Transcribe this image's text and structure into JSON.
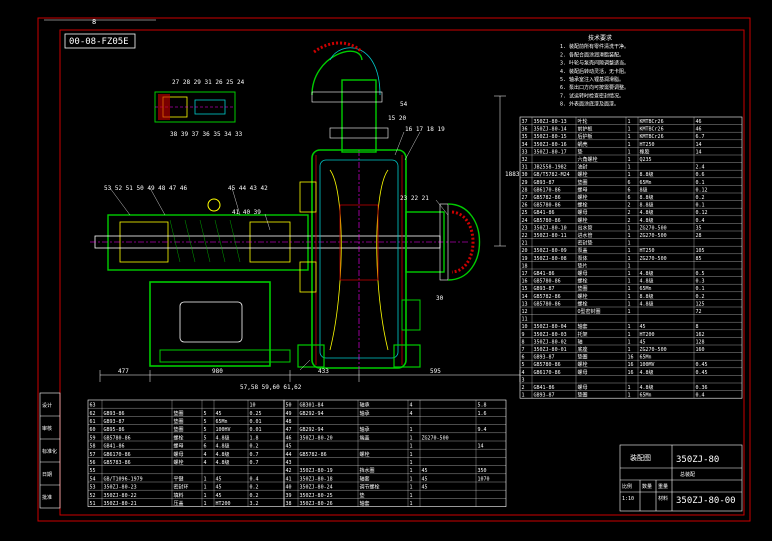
{
  "drawing": {
    "code_box": "00-08-FZ05E",
    "top_number": "8",
    "title": "装配图",
    "model": "350ZJ-80",
    "drawing_no": "350ZJ-80-00",
    "scale": "1:10",
    "sub_title": "总装配"
  },
  "dimensions": {
    "d1": "477",
    "d2": "980",
    "d3": "433",
    "d4": "595",
    "d5": "1883",
    "d6": "54",
    "d7": "30",
    "bottom_labels": "57,58 59,60 61,62"
  },
  "callouts": {
    "top_left": "27 28 29 31 26 25 24",
    "bottom_left": "38 39 37 36 35 34 33",
    "left_row": "53 52 51 50 49 48 47 46",
    "mid_row": "45 44 43 42",
    "shaft_row": "41 40 39",
    "right_stack": "16 17 18 19",
    "outlet_top": "15 20",
    "right_side": "23 22 21"
  },
  "notes": [
    "技术要求",
    "1. 装配前所有零件清洗干净。",
    "2. 各配合面涂润滑脂装配。",
    "3. 叶轮与泵壳间隙调整适当。",
    "4. 装配后转动灵活，无卡阻。",
    "5. 轴承室注入锂基润滑脂。",
    "6. 泵出口方向可按需要调整。",
    "7. 试运转时检查密封情况。",
    "8. 外表面涂底漆及面漆。"
  ],
  "parts_right": [
    {
      "no": "37",
      "code": "350ZJ-80-13",
      "name": "叶轮",
      "qty": "1",
      "mat": "KMTBCr26",
      "w": "46"
    },
    {
      "no": "36",
      "code": "350ZJ-80-14",
      "name": "前护板",
      "qty": "1",
      "mat": "KMTBCr26",
      "w": "46"
    },
    {
      "no": "35",
      "code": "350ZJ-80-15",
      "name": "后护板",
      "qty": "1",
      "mat": "KMTBCr26",
      "w": "6.7"
    },
    {
      "no": "34",
      "code": "350ZJ-80-16",
      "name": "蜗壳",
      "qty": "1",
      "mat": "HT250",
      "w": "14"
    },
    {
      "no": "33",
      "code": "350ZJ-80-17",
      "name": "垫",
      "qty": "1",
      "mat": "橡胶",
      "w": "14"
    },
    {
      "no": "32",
      "code": "",
      "name": "六角螺栓",
      "qty": "1",
      "mat": "Q235",
      "w": ""
    },
    {
      "no": "31",
      "code": "JB2558-1982",
      "name": "油封",
      "qty": "1",
      "mat": "",
      "w": "2.4"
    },
    {
      "no": "30",
      "code": "GB/T5782-M24",
      "name": "螺栓",
      "qty": "1",
      "mat": "8.8级",
      "w": "0.6"
    },
    {
      "no": "29",
      "code": "GB93-87",
      "name": "垫圈",
      "qty": "6",
      "mat": "65Mn",
      "w": "0.1"
    },
    {
      "no": "28",
      "code": "GB6170-86",
      "name": "螺母",
      "qty": "6",
      "mat": "8级",
      "w": "0.12"
    },
    {
      "no": "27",
      "code": "GB5782-86",
      "name": "螺栓",
      "qty": "6",
      "mat": "8.8级",
      "w": "0.2"
    },
    {
      "no": "26",
      "code": "GB5780-86",
      "name": "螺栓",
      "qty": "2",
      "mat": "8.8级",
      "w": "0.1"
    },
    {
      "no": "25",
      "code": "GB41-86",
      "name": "螺母",
      "qty": "2",
      "mat": "4.8级",
      "w": "0.12"
    },
    {
      "no": "24",
      "code": "GB5780-86",
      "name": "螺栓",
      "qty": "2",
      "mat": "4.8级",
      "w": "0.4"
    },
    {
      "no": "23",
      "code": "350ZJ-80-10",
      "name": "出水管",
      "qty": "1",
      "mat": "ZG270-500",
      "w": "35"
    },
    {
      "no": "22",
      "code": "350ZJ-80-11",
      "name": "进水管",
      "qty": "1",
      "mat": "ZG270-500",
      "w": "28"
    },
    {
      "no": "21",
      "code": "",
      "name": "密封垫",
      "qty": "1",
      "mat": "",
      "w": ""
    },
    {
      "no": "20",
      "code": "350ZJ-80-09",
      "name": "泵盖",
      "qty": "1",
      "mat": "HT250",
      "w": "105"
    },
    {
      "no": "19",
      "code": "350ZJ-80-08",
      "name": "泵体",
      "qty": "1",
      "mat": "ZG270-500",
      "w": "85"
    },
    {
      "no": "18",
      "code": "",
      "name": "垫片",
      "qty": "1",
      "mat": "",
      "w": ""
    },
    {
      "no": "17",
      "code": "GB41-86",
      "name": "螺母",
      "qty": "1",
      "mat": "4.8级",
      "w": "0.5"
    },
    {
      "no": "16",
      "code": "GB5780-86",
      "name": "螺栓",
      "qty": "1",
      "mat": "4.8级",
      "w": "0.3"
    },
    {
      "no": "15",
      "code": "GB93-87",
      "name": "垫圈",
      "qty": "1",
      "mat": "65Mn",
      "w": "0.1"
    },
    {
      "no": "14",
      "code": "GB5782-86",
      "name": "螺栓",
      "qty": "1",
      "mat": "8.8级",
      "w": "0.2"
    },
    {
      "no": "13",
      "code": "GB5780-86",
      "name": "螺栓",
      "qty": "1",
      "mat": "4.8级",
      "w": "125"
    },
    {
      "no": "12",
      "code": "",
      "name": "O型密封圈",
      "qty": "1",
      "mat": "",
      "w": "72"
    },
    {
      "no": "11",
      "code": "",
      "name": "",
      "qty": "",
      "mat": "",
      "w": ""
    },
    {
      "no": "10",
      "code": "350ZJ-80-04",
      "name": "轴套",
      "qty": "1",
      "mat": "45",
      "w": "8"
    },
    {
      "no": "9",
      "code": "350ZJ-80-03",
      "name": "托架",
      "qty": "1",
      "mat": "HT200",
      "w": "162"
    },
    {
      "no": "8",
      "code": "350ZJ-80-02",
      "name": "轴",
      "qty": "1",
      "mat": "45",
      "w": "128"
    },
    {
      "no": "7",
      "code": "350ZJ-80-01",
      "name": "底座",
      "qty": "1",
      "mat": "ZG270-500",
      "w": "160"
    },
    {
      "no": "6",
      "code": "GB93-87",
      "name": "垫圈",
      "qty": "16",
      "mat": "65Mn",
      "w": ""
    },
    {
      "no": "5",
      "code": "GB5780-86",
      "name": "螺栓",
      "qty": "16",
      "mat": "100MV",
      "w": "0.45"
    },
    {
      "no": "4",
      "code": "GB6170-86",
      "name": "螺母",
      "qty": "16",
      "mat": "4.8级",
      "w": "0.45"
    },
    {
      "no": "3",
      "code": "",
      "name": "",
      "qty": "",
      "mat": "",
      "w": ""
    },
    {
      "no": "2",
      "code": "GB41-86",
      "name": "螺母",
      "qty": "1",
      "mat": "4.8级",
      "w": "0.36"
    },
    {
      "no": "1",
      "code": "GB93-87",
      "name": "垫圈",
      "qty": "1",
      "mat": "65Mn",
      "w": "0.4"
    }
  ],
  "parts_bottom_left": [
    {
      "no": "63",
      "code": "",
      "name": "",
      "qty": "",
      "mat": "",
      "w": "10"
    },
    {
      "no": "62",
      "code": "GB93-86",
      "name": "垫圈",
      "qty": "5",
      "mat": "45",
      "w": "0.25"
    },
    {
      "no": "61",
      "code": "GB93-87",
      "name": "垫圈",
      "qty": "5",
      "mat": "65Mn",
      "w": "0.01"
    },
    {
      "no": "60",
      "code": "GB95-86",
      "name": "垫圈",
      "qty": "5",
      "mat": "100HV",
      "w": "0.01"
    },
    {
      "no": "59",
      "code": "GB5780-86",
      "name": "螺栓",
      "qty": "5",
      "mat": "4.8级",
      "w": "1.8"
    },
    {
      "no": "58",
      "code": "GB41-86",
      "name": "螺母",
      "qty": "6",
      "mat": "4.8级",
      "w": "0.2"
    },
    {
      "no": "57",
      "code": "GB6170-86",
      "name": "螺母",
      "qty": "4",
      "mat": "4.8级",
      "w": "0.7"
    },
    {
      "no": "56",
      "code": "GB5783-86",
      "name": "螺栓",
      "qty": "4",
      "mat": "4.8级",
      "w": "0.7"
    },
    {
      "no": "55",
      "code": "",
      "name": "",
      "qty": "",
      "mat": "",
      "w": ""
    },
    {
      "no": "54",
      "code": "GB/T1096-1979",
      "name": "平键",
      "qty": "1",
      "mat": "45",
      "w": "0.4"
    },
    {
      "no": "53",
      "code": "350ZJ-80-23",
      "name": "密封环",
      "qty": "1",
      "mat": "45",
      "w": "0.2"
    },
    {
      "no": "52",
      "code": "350ZJ-80-22",
      "name": "填料",
      "qty": "1",
      "mat": "45",
      "w": "0.2"
    },
    {
      "no": "51",
      "code": "350ZJ-80-21",
      "name": "压盖",
      "qty": "1",
      "mat": "HT200",
      "w": "3.2"
    }
  ],
  "parts_bottom_mid": [
    {
      "no": "50",
      "code": "GB301-84",
      "name": "轴承",
      "qty": "4",
      "mat": "",
      "w": "5.8"
    },
    {
      "no": "49",
      "code": "GB292-94",
      "name": "轴承",
      "qty": "4",
      "mat": "",
      "w": "1.6"
    },
    {
      "no": "48",
      "code": "",
      "name": "",
      "qty": "",
      "mat": "",
      "w": ""
    },
    {
      "no": "47",
      "code": "GB292-94",
      "name": "轴承",
      "qty": "1",
      "mat": "",
      "w": "9.4"
    },
    {
      "no": "46",
      "code": "350ZJ-80-20",
      "name": "端盖",
      "qty": "1",
      "mat": "ZG270-500",
      "w": ""
    },
    {
      "no": "45",
      "code": "",
      "name": "",
      "qty": "1",
      "mat": "",
      "w": "14"
    },
    {
      "no": "44",
      "code": "GB5782-86",
      "name": "螺栓",
      "qty": "1",
      "mat": "",
      "w": ""
    },
    {
      "no": "43",
      "code": "",
      "name": "",
      "qty": "1",
      "mat": "",
      "w": ""
    },
    {
      "no": "42",
      "code": "350ZJ-80-19",
      "name": "挡水圈",
      "qty": "1",
      "mat": "45",
      "w": "350"
    },
    {
      "no": "41",
      "code": "350ZJ-80-18",
      "name": "轴套",
      "qty": "1",
      "mat": "45",
      "w": "1070"
    },
    {
      "no": "40",
      "code": "350ZJ-80-24",
      "name": "调节螺栓",
      "qty": "1",
      "mat": "45",
      "w": ""
    },
    {
      "no": "39",
      "code": "350ZJ-80-25",
      "name": "垫",
      "qty": "1",
      "mat": "",
      "w": ""
    },
    {
      "no": "38",
      "code": "350ZJ-80-26",
      "name": "轴套",
      "qty": "1",
      "mat": "",
      "w": ""
    }
  ],
  "side_labels": [
    "设计",
    "审核",
    "标准化",
    "日期",
    "批准"
  ],
  "title_headers": {
    "ratio": "比例",
    "qty": "数量",
    "weight": "重量",
    "material": "材料"
  }
}
